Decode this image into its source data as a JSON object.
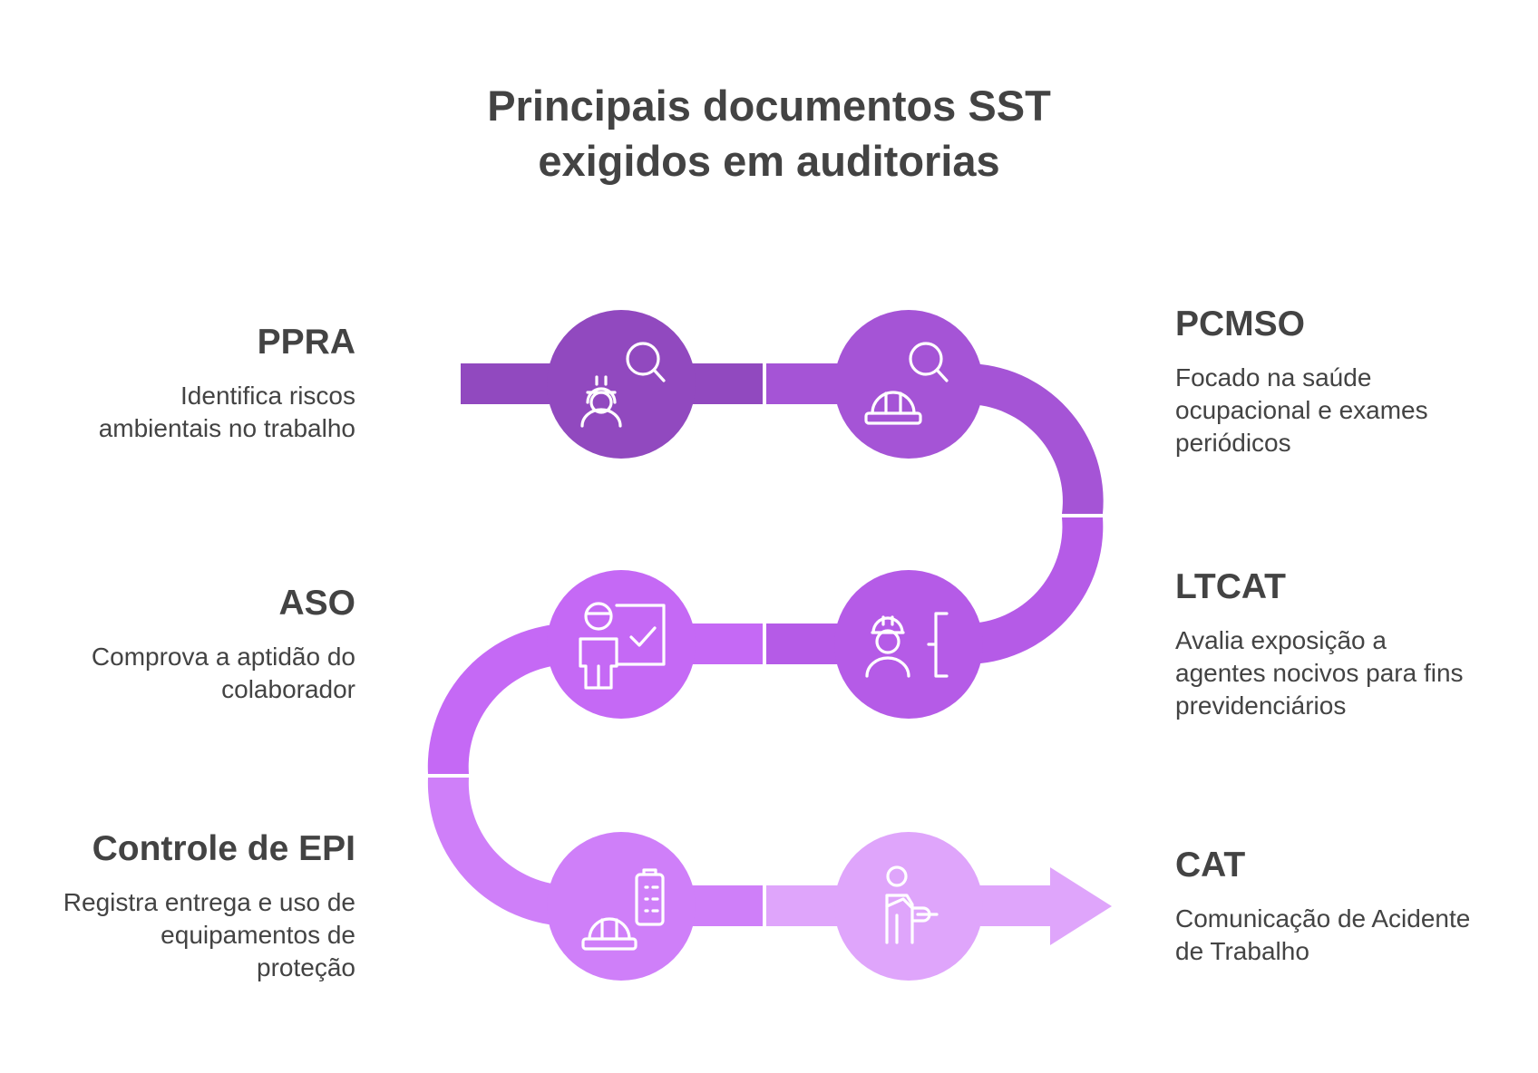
{
  "title": {
    "line1": "Principais documentos SST",
    "line2": "exigidos em auditorias"
  },
  "colors": {
    "text": "#434343",
    "step1": "#9149bf",
    "step2": "#a554d6",
    "step3": "#b55be7",
    "step4": "#c569f5",
    "step5": "#cf7ff9",
    "step6": "#dfa5fb"
  },
  "steps": [
    {
      "title": "PPRA",
      "desc_lines": [
        "Identifica riscos",
        "ambientais no trabalho"
      ],
      "icon": "worker-search-icon"
    },
    {
      "title": "PCMSO",
      "desc_lines": [
        "Focado na saúde",
        "ocupacional e exames",
        "periódicos"
      ],
      "icon": "hardhat-search-icon"
    },
    {
      "title": "LTCAT",
      "desc_lines": [
        "Avalia exposição a",
        "agentes nocivos para fins",
        "previdenciários"
      ],
      "icon": "worker-bracket-icon"
    },
    {
      "title": "ASO",
      "desc_lines": [
        "Comprova a aptidão do",
        "colaborador"
      ],
      "icon": "worker-checkboard-icon"
    },
    {
      "title": "Controle de EPI",
      "desc_lines": [
        "Registra entrega e uso de",
        "equipamentos de",
        "proteção"
      ],
      "icon": "hardhat-clipboard-icon"
    },
    {
      "title": "CAT",
      "desc_lines": [
        "Comunicação de Acidente",
        "de Trabalho"
      ],
      "icon": "injured-worker-icon"
    }
  ]
}
